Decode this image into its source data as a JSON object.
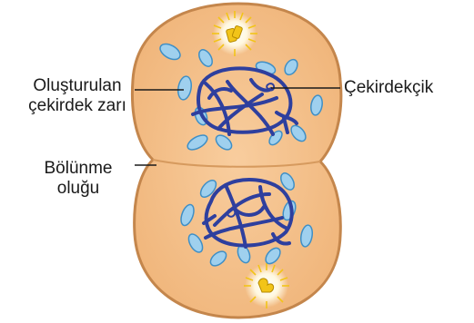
{
  "labels": {
    "forming_nuclear_envelope_line1": "Oluşturulan",
    "forming_nuclear_envelope_line2": "çekirdek zarı",
    "nucleolus": "Çekirdekçik",
    "cleavage_furrow_line1": "Bölünme",
    "cleavage_furrow_line2": "oluğu"
  },
  "colors": {
    "cytoplasm": "#f6c48f",
    "cell_outline": "#c4864c",
    "chromatin": "#2e3f9e",
    "vesicle": "#9fd0ee",
    "vesicle_outline": "#3f8fc6",
    "centrosome": "#f2c418",
    "leader_line": "#1a1a1a"
  }
}
